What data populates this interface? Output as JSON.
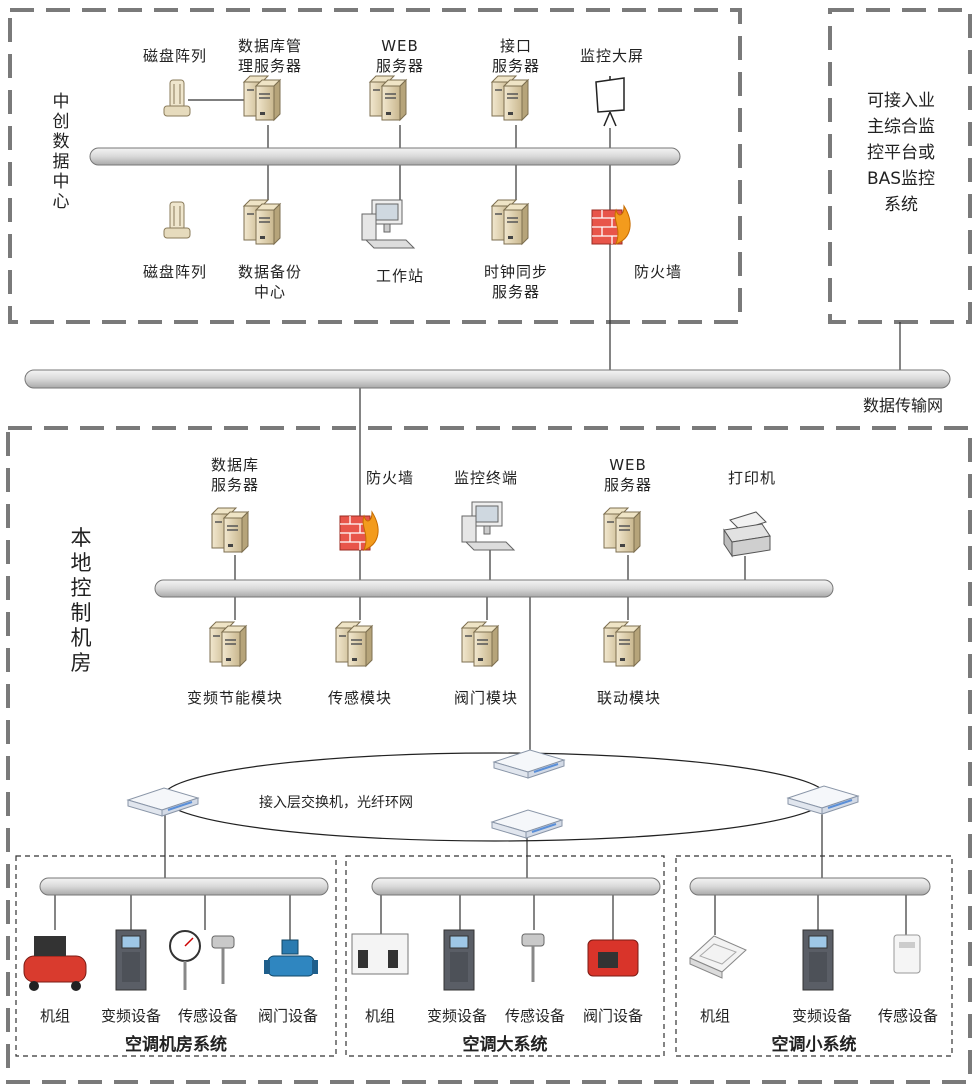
{
  "data_center": {
    "title": "中创数据中心",
    "top_nodes": [
      "磁盘阵列",
      "数据库管\n理服务器",
      "WEB\n服务器",
      "接口\n服务器",
      "监控大屏"
    ],
    "bottom_nodes": [
      "磁盘阵列",
      "数据备份\n中心",
      "工作站",
      "时钟同步\n服务器",
      "防火墙"
    ]
  },
  "external": {
    "label": "可接入业\n主综合监\n控平台或\nBAS监控\n系统"
  },
  "network": {
    "label": "数据传输网"
  },
  "local_room": {
    "title": "本地控制机房",
    "top_nodes": [
      "数据库\n服务器",
      "防火墙",
      "监控终端",
      "WEB\n服务器",
      "打印机"
    ],
    "modules": [
      "变频节能模块",
      "传感模块",
      "阀门模块",
      "联动模块"
    ],
    "switch_label": "接入层交换机，光纤环网"
  },
  "subsystems": [
    {
      "name": "空调机房系统",
      "devices": [
        "机组",
        "变频设备",
        "传感设备",
        "阀门设备"
      ]
    },
    {
      "name": "空调大系统",
      "devices": [
        "机组",
        "变频设备",
        "传感设备",
        "阀门设备"
      ]
    },
    {
      "name": "空调小系统",
      "devices": [
        "机组",
        "变频设备",
        "传感设备"
      ]
    }
  ]
}
